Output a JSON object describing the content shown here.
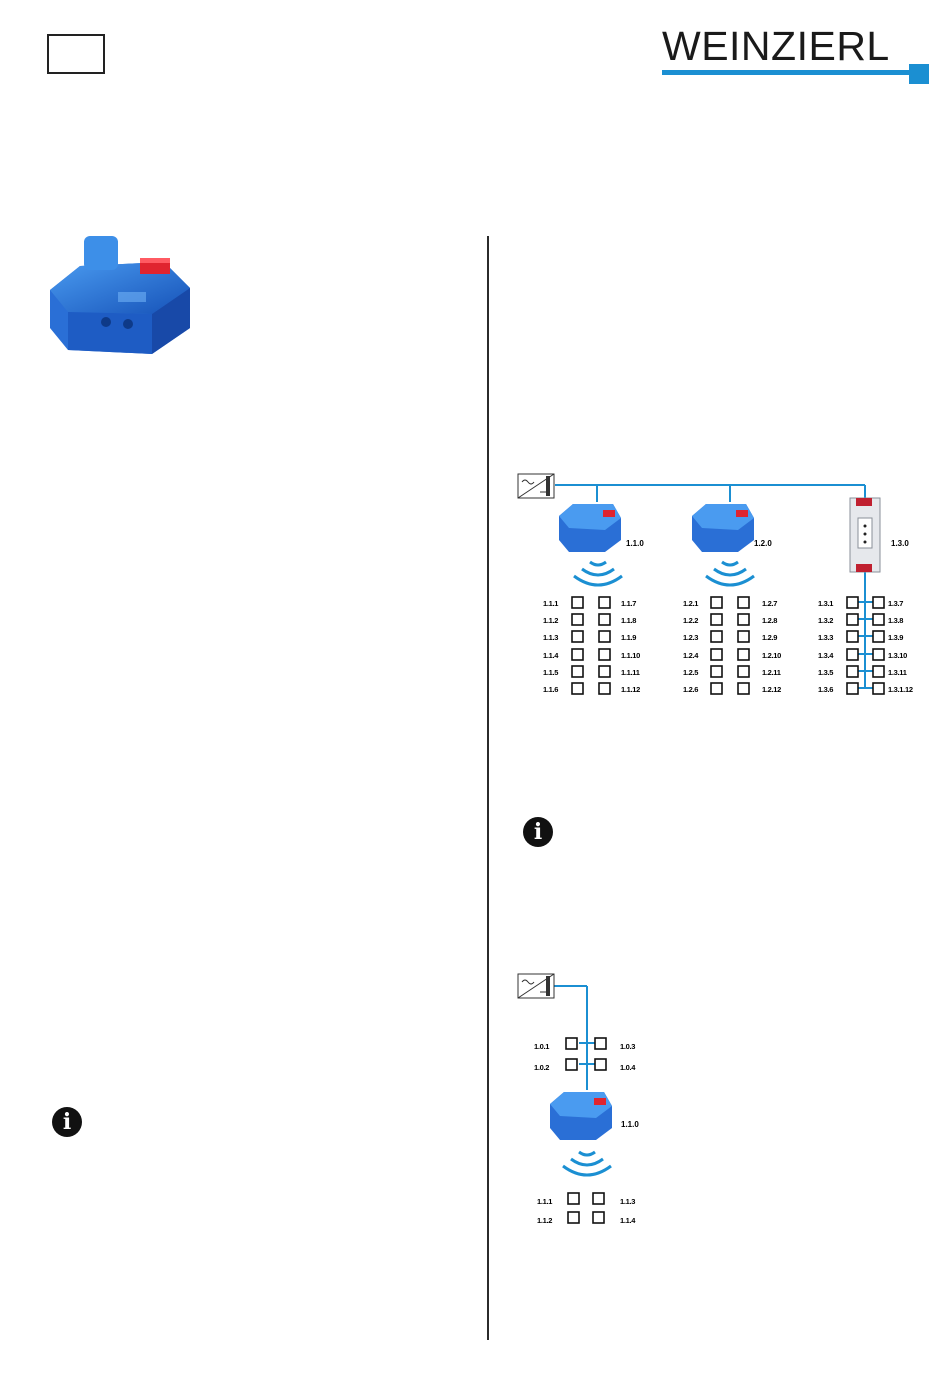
{
  "header": {
    "brand": "WEINZIERL",
    "brand_color": "#1b8fd2"
  },
  "icons": {
    "info": "info-icon",
    "device": "knx-device-icon",
    "wireless": "wireless-signal-icon",
    "power_supply": "power-supply-icon",
    "dimmer": "dimmer-icon",
    "sun": "sun-icon",
    "bulb": "bulb-icon",
    "speaker": "speaker-icon",
    "power": "power-icon",
    "blind": "blind-icon"
  },
  "diagram1": {
    "devices": [
      "1.1.0",
      "1.2.0",
      "1.3.0"
    ],
    "groups": [
      {
        "left": [
          "1.1.1",
          "1.1.2",
          "1.1.3",
          "1.1.4",
          "1.1.5",
          "1.1.6"
        ],
        "right": [
          "1.1.7",
          "1.1.8",
          "1.1.9",
          "1.1.10",
          "1.1.11",
          "1.1.12"
        ]
      },
      {
        "left": [
          "1.2.1",
          "1.2.2",
          "1.2.3",
          "1.2.4",
          "1.2.5",
          "1.2.6"
        ],
        "right": [
          "1.2.7",
          "1.2.8",
          "1.2.9",
          "1.2.10",
          "1.2.11",
          "1.2.12"
        ]
      },
      {
        "left": [
          "1.3.1",
          "1.3.2",
          "1.3.3",
          "1.3.4",
          "1.3.5",
          "1.3.6"
        ],
        "right": [
          "1.3.7",
          "1.3.8",
          "1.3.9",
          "1.3.10",
          "1.3.11",
          "1.3.1.12"
        ]
      }
    ]
  },
  "diagram2": {
    "device": "1.1.0",
    "wired_left": [
      "1.0.1",
      "1.0.2"
    ],
    "wired_right": [
      "1.0.3",
      "1.0.4"
    ],
    "rf_left": [
      "1.1.1",
      "1.1.2"
    ],
    "rf_right": [
      "1.1.3",
      "1.1.4"
    ]
  }
}
